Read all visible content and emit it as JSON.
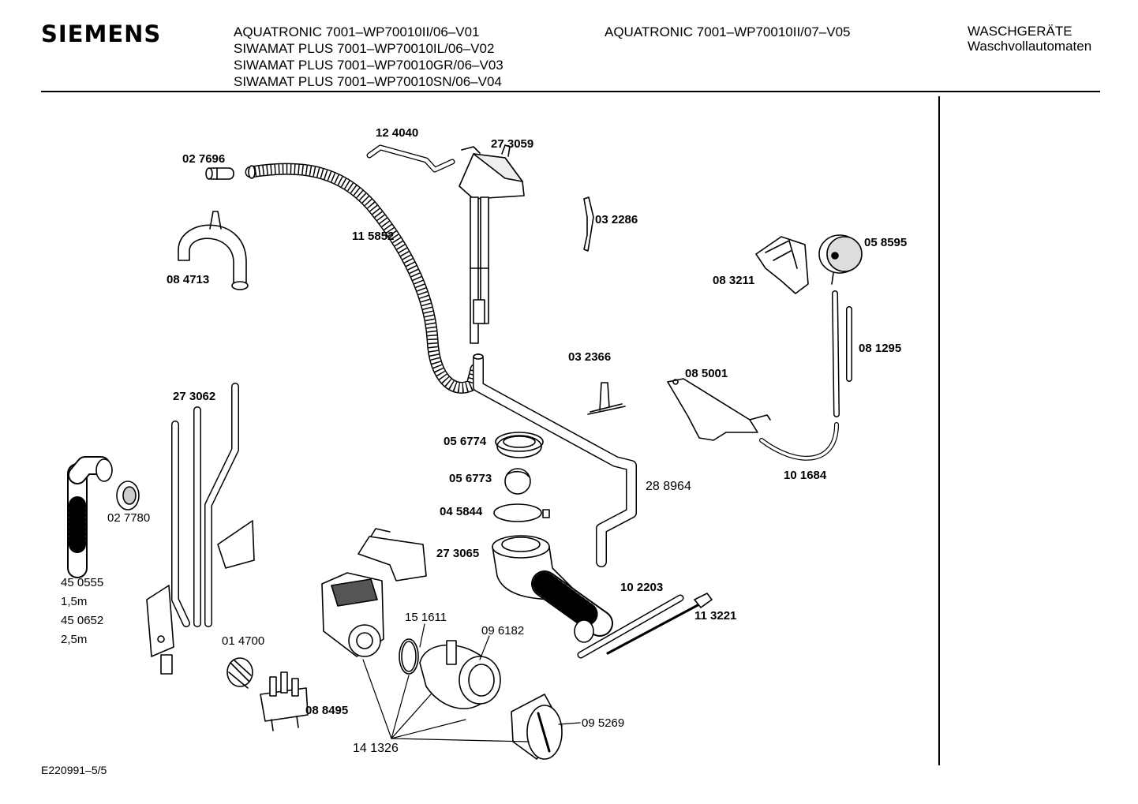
{
  "header": {
    "brand": "SIEMENS",
    "models_left": [
      "AQUATRONIC 7001–WP70010II/06–V01",
      "SIWAMAT PLUS 7001–WP70010IL/06–V02",
      "SIWAMAT PLUS 7001–WP70010GR/06–V03",
      "SIWAMAT PLUS 7001–WP70010SN/06–V04"
    ],
    "models_right": [
      "AQUATRONIC 7001–WP70010II/07–V05"
    ],
    "category": [
      "WASCHGERÄTE",
      "Waschvollautomaten"
    ]
  },
  "footer": {
    "doc_id": "E220991–5/5"
  },
  "parts": {
    "p124040": "12 4040",
    "p273059": "27 3059",
    "p027696": "02 7696",
    "p032286": "03 2286",
    "p115852": "11 5852",
    "p058595": "05 8595",
    "p083211": "08 3211",
    "p084713": "08 4713",
    "p081295": "08 1295",
    "p032366": "03 2366",
    "p085001": "08 5001",
    "p273062": "27 3062",
    "p056774": "05 6774",
    "p056773": "05 6773",
    "p289964": "28 8964",
    "p101684": "10 1684",
    "p027780": "02 7780",
    "p045844": "04 5844",
    "p273065": "27 3065",
    "p450555": "45 0555",
    "len1": "1,5m",
    "p450652": "45 0652",
    "len2": "2,5m",
    "p102203": "10 2203",
    "p113221": "11 3221",
    "p151611": "15 1611",
    "p096182": "09 6182",
    "p014700": "01 4700",
    "p095269": "09 5269",
    "p088495": "08 8495",
    "p141326": "14 1326"
  }
}
